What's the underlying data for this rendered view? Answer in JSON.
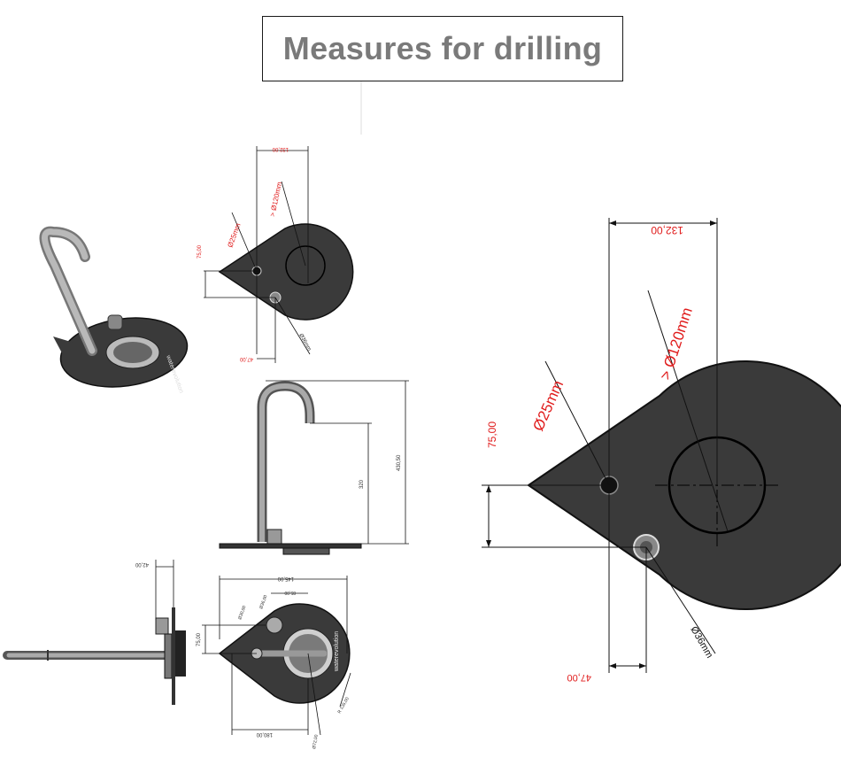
{
  "title": "Measures for drilling",
  "colors": {
    "title_text": "#7a7a7a",
    "body_fill": "#3a3a3a",
    "outline": "#111111",
    "dimension_text": "#e01b1b",
    "metal": "#9a9a9a"
  },
  "large_view": {
    "width_label": "132,00",
    "hole_large_label": "> Ø120mm",
    "hole_small_label": "Ø25mm",
    "hole_side_label": "Ø36mm",
    "height_label": "75,00",
    "offset_label": "47,00"
  },
  "top_view_small": {
    "width_label": "132,00",
    "hole_large_label": "> Ø120mm",
    "hole_small_label": "Ø25mm",
    "hole_side_label": "Ø36mm",
    "height_label": "75,00",
    "offset_label": "47,00"
  },
  "side_view": {
    "height_inner": "320",
    "height_total": "430,50"
  },
  "bottom_views": {
    "depth_label": "42,00",
    "width_total": "145,00",
    "width_inner": "85,00",
    "hole_a": "Ø30,00",
    "hole_b": "Ø36,00",
    "height_label": "75,00",
    "length_label": "180,00",
    "drain_label": "Ø72,00",
    "side_label": "R 135,00",
    "brand_label": "waterevolution"
  }
}
